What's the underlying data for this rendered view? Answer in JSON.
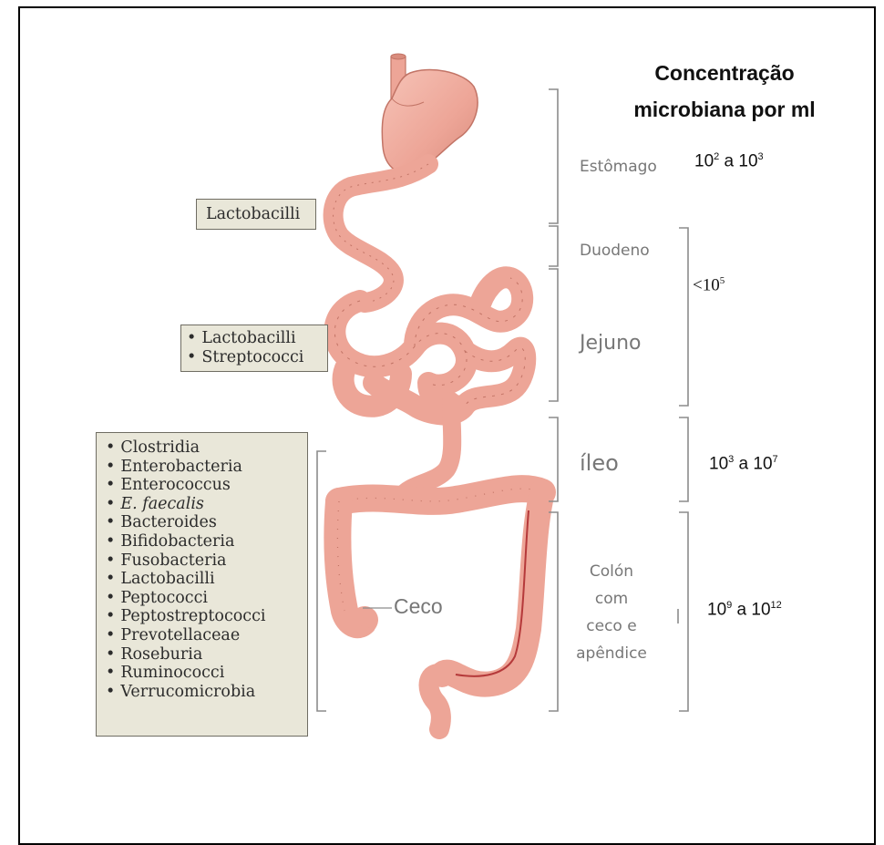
{
  "title": {
    "line1": "Concentração",
    "line2": "microbiana por ml"
  },
  "bacteria_boxes": {
    "stomach": [
      "Lactobacilli"
    ],
    "small_intestine": [
      "Lactobacilli",
      "Streptococci"
    ],
    "colon": [
      "Clostridia",
      "Enterobacteria",
      "Enterococcus",
      "E. faecalis",
      "Bacteroides",
      "Bifidobacteria",
      "Fusobacteria",
      "Lactobacilli",
      "Peptococci",
      "Peptostreptococci",
      "Prevotellaceae",
      "Roseburia",
      "Ruminococci",
      "Verrucomicrobia"
    ]
  },
  "segments": {
    "stomach": "Estômago",
    "duodenum": "Duodeno",
    "jejunum": "Jejuno",
    "ileum": "íleo",
    "colon_lines": [
      "Colón",
      "com",
      "ceco e",
      "apêndice"
    ],
    "cecum": "Ceco"
  },
  "concentrations": {
    "stomach": {
      "base1": "10",
      "exp1": "2",
      "sep": " a ",
      "base2": "10",
      "exp2": "3"
    },
    "duodenum_jejunum": {
      "prefix": "<10",
      "exp": "5"
    },
    "ileum": {
      "base1": "10",
      "exp1": "3",
      "sep": " a ",
      "base2": "10",
      "exp2": "7"
    },
    "colon": {
      "base1": "10",
      "exp1": "9",
      "sep": " a ",
      "base2": "10",
      "exp2": "12"
    }
  },
  "colors": {
    "tissue": "#eda597",
    "tissue_dark": "#c27466",
    "box_fill": "#e9e7d9",
    "bracket": "#8c8c8c",
    "segment_text": "#777777"
  }
}
